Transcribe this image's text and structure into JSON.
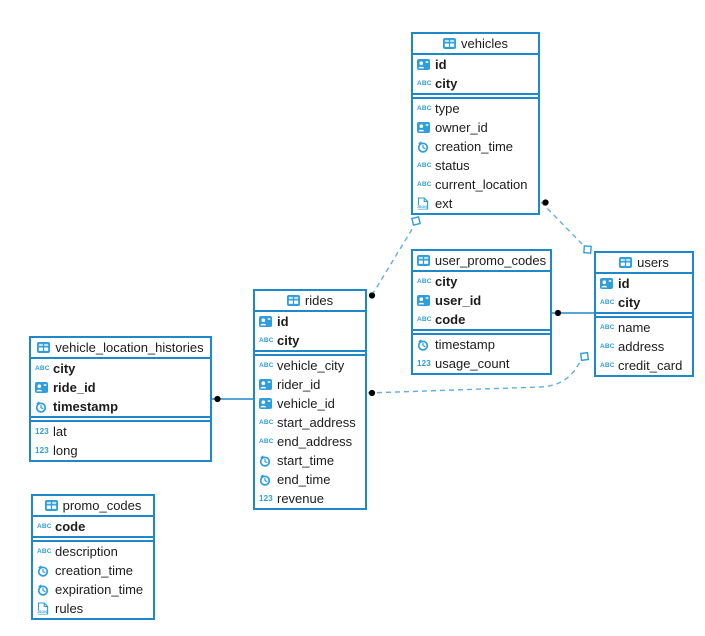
{
  "icons": {
    "text_label": "ABC",
    "number_label": "123",
    "json_label": "JSON"
  },
  "colors": {
    "accent": "#1e88c8",
    "icon_blue": "#2f9edb",
    "dashed_line": "#5fb0e2",
    "dot": "#000000",
    "text": "#1c1c1c",
    "background": "#ffffff"
  },
  "tables": [
    {
      "name": "vehicles",
      "columns": [
        {
          "name": "id",
          "type": "id",
          "pk": true
        },
        {
          "name": "city",
          "type": "text",
          "pk": true
        },
        {
          "name": "type",
          "type": "text",
          "pk": false
        },
        {
          "name": "owner_id",
          "type": "id",
          "pk": false
        },
        {
          "name": "creation_time",
          "type": "time",
          "pk": false
        },
        {
          "name": "status",
          "type": "text",
          "pk": false
        },
        {
          "name": "current_location",
          "type": "text",
          "pk": false
        },
        {
          "name": "ext",
          "type": "json",
          "pk": false
        }
      ]
    },
    {
      "name": "user_promo_codes",
      "columns": [
        {
          "name": "city",
          "type": "text",
          "pk": true
        },
        {
          "name": "user_id",
          "type": "id",
          "pk": true
        },
        {
          "name": "code",
          "type": "text",
          "pk": true
        },
        {
          "name": "timestamp",
          "type": "time",
          "pk": false
        },
        {
          "name": "usage_count",
          "type": "number",
          "pk": false
        }
      ]
    },
    {
      "name": "users",
      "columns": [
        {
          "name": "id",
          "type": "id",
          "pk": true
        },
        {
          "name": "city",
          "type": "text",
          "pk": true
        },
        {
          "name": "name",
          "type": "text",
          "pk": false
        },
        {
          "name": "address",
          "type": "text",
          "pk": false
        },
        {
          "name": "credit_card",
          "type": "text",
          "pk": false
        }
      ]
    },
    {
      "name": "rides",
      "columns": [
        {
          "name": "id",
          "type": "id",
          "pk": true
        },
        {
          "name": "city",
          "type": "text",
          "pk": true
        },
        {
          "name": "vehicle_city",
          "type": "text",
          "pk": false
        },
        {
          "name": "rider_id",
          "type": "id",
          "pk": false
        },
        {
          "name": "vehicle_id",
          "type": "id",
          "pk": false
        },
        {
          "name": "start_address",
          "type": "text",
          "pk": false
        },
        {
          "name": "end_address",
          "type": "text",
          "pk": false
        },
        {
          "name": "start_time",
          "type": "time",
          "pk": false
        },
        {
          "name": "end_time",
          "type": "time",
          "pk": false
        },
        {
          "name": "revenue",
          "type": "number",
          "pk": false
        }
      ]
    },
    {
      "name": "vehicle_location_histories",
      "columns": [
        {
          "name": "city",
          "type": "text",
          "pk": true
        },
        {
          "name": "ride_id",
          "type": "id",
          "pk": true
        },
        {
          "name": "timestamp",
          "type": "time",
          "pk": true
        },
        {
          "name": "lat",
          "type": "number",
          "pk": false
        },
        {
          "name": "long",
          "type": "number",
          "pk": false
        }
      ]
    },
    {
      "name": "promo_codes",
      "columns": [
        {
          "name": "code",
          "type": "text",
          "pk": true
        },
        {
          "name": "description",
          "type": "text",
          "pk": false
        },
        {
          "name": "creation_time",
          "type": "time",
          "pk": false
        },
        {
          "name": "expiration_time",
          "type": "time",
          "pk": false
        },
        {
          "name": "rules",
          "type": "json",
          "pk": false
        }
      ]
    }
  ],
  "relationships": [
    {
      "from": "vehicle_location_histories",
      "to": "rides",
      "line_style": "solid"
    },
    {
      "from": "user_promo_codes",
      "to": "users",
      "line_style": "solid"
    },
    {
      "from": "rides",
      "to": "vehicles",
      "line_style": "dashed"
    },
    {
      "from": "vehicles",
      "to": "users",
      "line_style": "dashed"
    },
    {
      "from": "rides",
      "to": "users",
      "line_style": "dashed"
    }
  ]
}
